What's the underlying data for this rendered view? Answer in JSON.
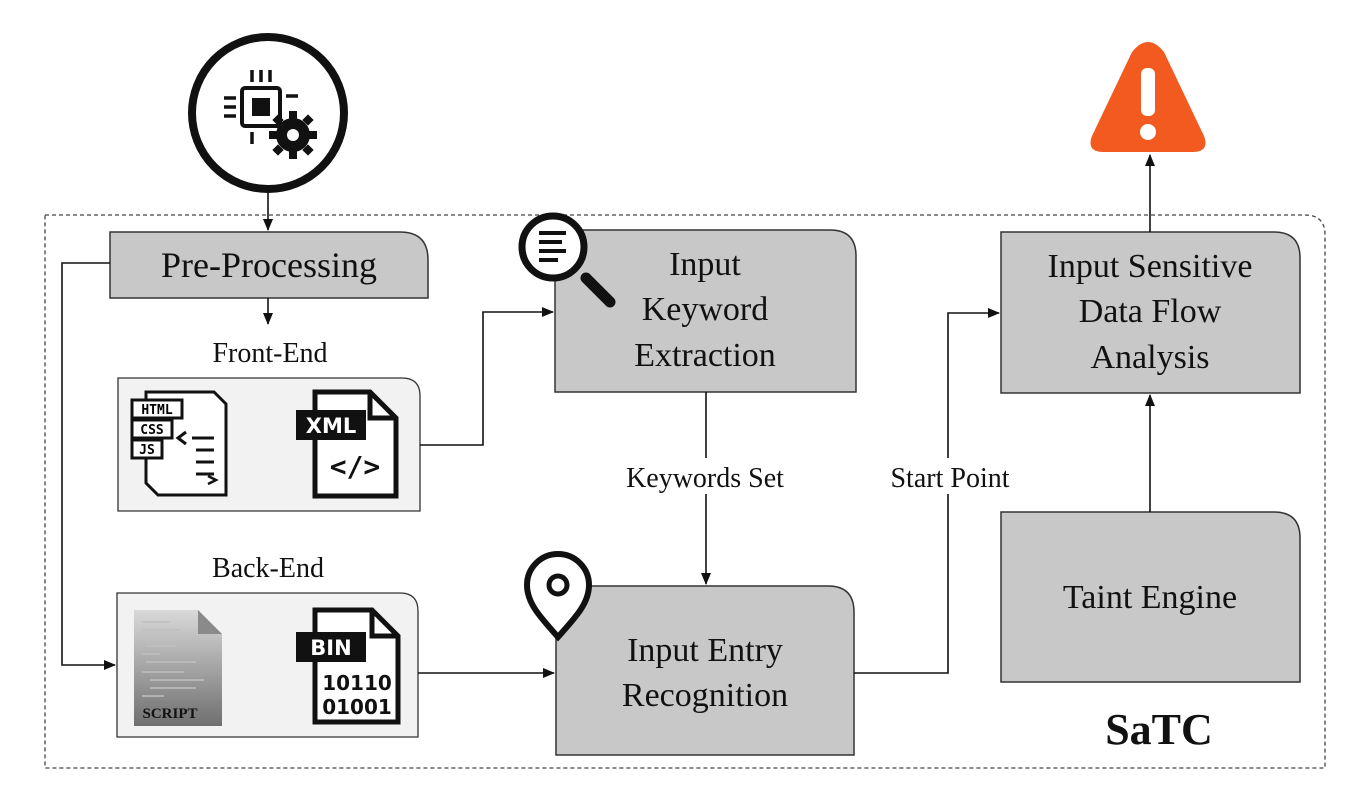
{
  "boxes": {
    "pre_processing": "Pre-Processing",
    "keyword_extraction": [
      "Input",
      "Keyword",
      "Extraction"
    ],
    "entry_recognition": [
      "Input Entry",
      "Recognition"
    ],
    "data_flow_analysis": [
      "Input Sensitive",
      "Data Flow",
      "Analysis"
    ],
    "taint_engine": "Taint Engine"
  },
  "groups": {
    "front_end": "Front-End",
    "back_end": "Back-End"
  },
  "edge_labels": {
    "keywords_set": "Keywords Set",
    "start_point": "Start Point"
  },
  "system_name": "SaTC",
  "icons": {
    "firmware": "chip-gear-icon",
    "search": "document-search-icon",
    "location": "location-pin-icon",
    "warning": "warning-triangle-icon",
    "html_css_js": "html-css-js-file-icon",
    "xml": "xml-file-icon",
    "script": "script-file-icon",
    "bin": "binary-file-icon"
  },
  "icon_text": {
    "html": "HTML",
    "css": "CSS",
    "js": "JS",
    "xml": "XML",
    "xml_code": "</>",
    "bin": "BIN",
    "bin_line1": "10110",
    "bin_line2": "01001",
    "script": "SCRIPT"
  },
  "colors": {
    "box_fill": "#c8c8c8",
    "warning": "#f25a1f",
    "line": "#111111"
  }
}
